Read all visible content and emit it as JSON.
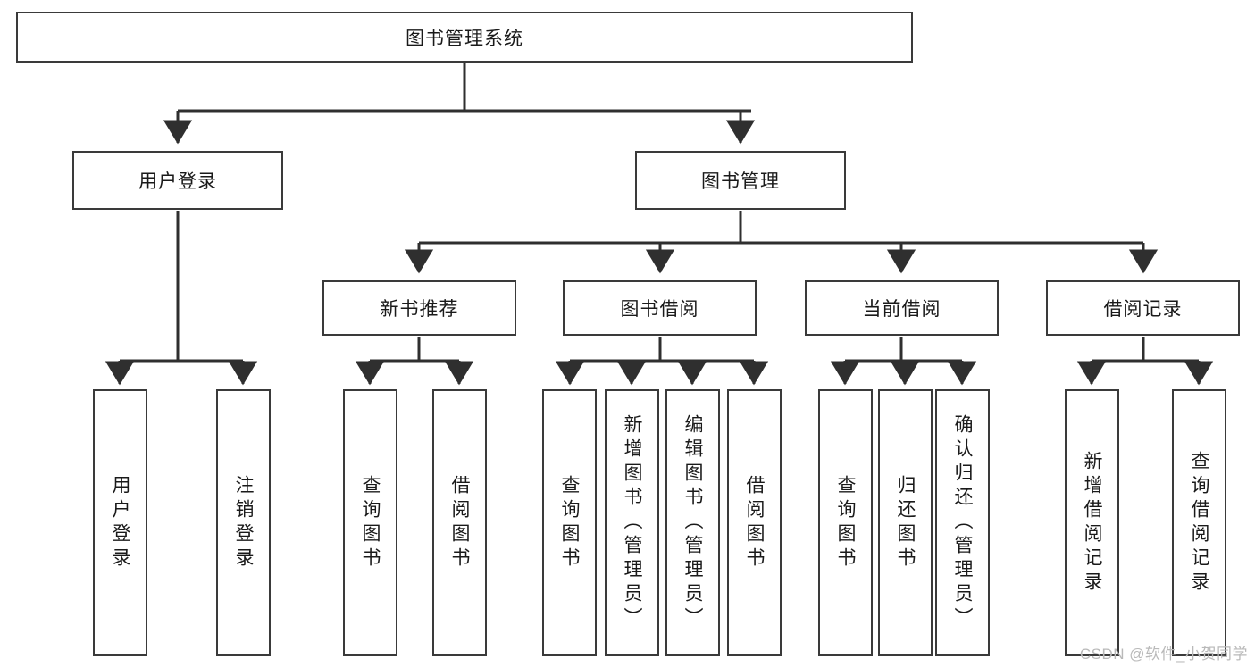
{
  "diagram": {
    "title": "图书管理系统",
    "type": "tree-hierarchy-chart",
    "orientation": "top-down",
    "line_color": "#3a3a3a",
    "box_fill": "#ffffff",
    "text_color": "#1a1a1a",
    "root": {
      "id": "root",
      "label": "图书管理系统"
    },
    "level2": [
      {
        "id": "user-login",
        "label": "用户登录"
      },
      {
        "id": "book-manage",
        "label": "图书管理"
      }
    ],
    "level3": [
      {
        "id": "new-book-recommend",
        "label": "新书推荐",
        "parent": "book-manage"
      },
      {
        "id": "book-borrow",
        "label": "图书借阅",
        "parent": "book-manage"
      },
      {
        "id": "current-borrow",
        "label": "当前借阅",
        "parent": "book-manage"
      },
      {
        "id": "borrow-record",
        "label": "借阅记录",
        "parent": "book-manage"
      }
    ],
    "leaves": [
      {
        "id": "leaf-user-login",
        "label": "用户登录",
        "parent": "user-login"
      },
      {
        "id": "leaf-logout-login",
        "label": "注销登录",
        "parent": "user-login"
      },
      {
        "id": "leaf-query-book-1",
        "label": "查询图书",
        "parent": "new-book-recommend"
      },
      {
        "id": "leaf-borrow-book-1",
        "label": "借阅图书",
        "parent": "new-book-recommend"
      },
      {
        "id": "leaf-query-book-2",
        "label": "查询图书",
        "parent": "book-borrow"
      },
      {
        "id": "leaf-add-book",
        "label": "新增图书（管理员）",
        "parent": "book-borrow"
      },
      {
        "id": "leaf-edit-book",
        "label": "编辑图书（管理员）",
        "parent": "book-borrow"
      },
      {
        "id": "leaf-borrow-book-2",
        "label": "借阅图书",
        "parent": "book-borrow"
      },
      {
        "id": "leaf-query-book-3",
        "label": "查询图书",
        "parent": "current-borrow"
      },
      {
        "id": "leaf-return-book",
        "label": "归还图书",
        "parent": "current-borrow"
      },
      {
        "id": "leaf-confirm-return",
        "label": "确认归还（管理员）",
        "parent": "current-borrow"
      },
      {
        "id": "leaf-add-record",
        "label": "新增借阅记录",
        "parent": "borrow-record"
      },
      {
        "id": "leaf-query-record",
        "label": "查询借阅记录",
        "parent": "borrow-record"
      }
    ]
  },
  "watermark": {
    "text": "CSDN @软件_小贺同学"
  }
}
